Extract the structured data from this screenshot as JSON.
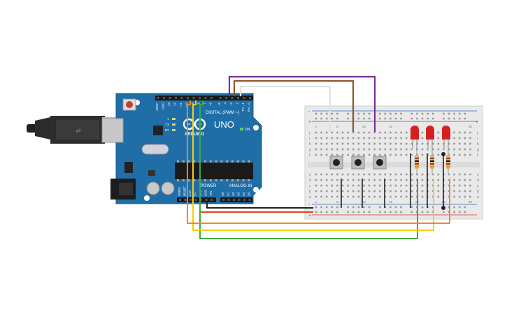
{
  "colors": {
    "board": "#1f6ea8",
    "breadboard": "#e9e9e9",
    "wire_purple": "#7b2f8e",
    "wire_brown": "#8a5a2b",
    "wire_white": "#e8e8e8",
    "wire_black": "#222222",
    "wire_red": "#e3421b",
    "wire_orange": "#f08a1c",
    "wire_yellow": "#f2cf12",
    "wire_green": "#3daa3a",
    "led_red": "#d42020"
  },
  "arduino": {
    "model": "UNO",
    "brand": "ARDUINO",
    "digital_label": "DIGITAL (PWM ~)",
    "power_label": "POWER",
    "analog_label": "ANALOG IN",
    "on_label": "ON",
    "top_pins": [
      "AREF",
      "GND",
      "13",
      "12",
      "~11",
      "~10",
      "~9",
      "8",
      "7",
      "~6",
      "~5",
      "4",
      "~3",
      "2",
      "TX→1",
      "RX←0"
    ],
    "power_pins": [
      "IOREF",
      "RESET",
      "3.3V",
      "5V",
      "GND",
      "GND",
      "VIN"
    ],
    "analog_pins": [
      "A0",
      "A1",
      "A2",
      "A3",
      "A4",
      "A5"
    ],
    "led_labels": [
      "L",
      "TX",
      "RX"
    ]
  },
  "breadboard": {
    "row_letters_top": [
      "j",
      "i",
      "h",
      "g",
      "f"
    ],
    "row_letters_bottom": [
      "e",
      "d",
      "c",
      "b",
      "a"
    ],
    "column_numbers": [
      "1",
      "5",
      "10",
      "15",
      "20",
      "25",
      "30"
    ],
    "rail_plus": "+",
    "rail_minus": "-"
  },
  "components": {
    "buttons": [
      "button-1",
      "button-2",
      "button-3"
    ],
    "leds": [
      "led-1",
      "led-2",
      "led-3"
    ],
    "resistors": [
      "resistor-1",
      "resistor-2",
      "resistor-3"
    ]
  }
}
